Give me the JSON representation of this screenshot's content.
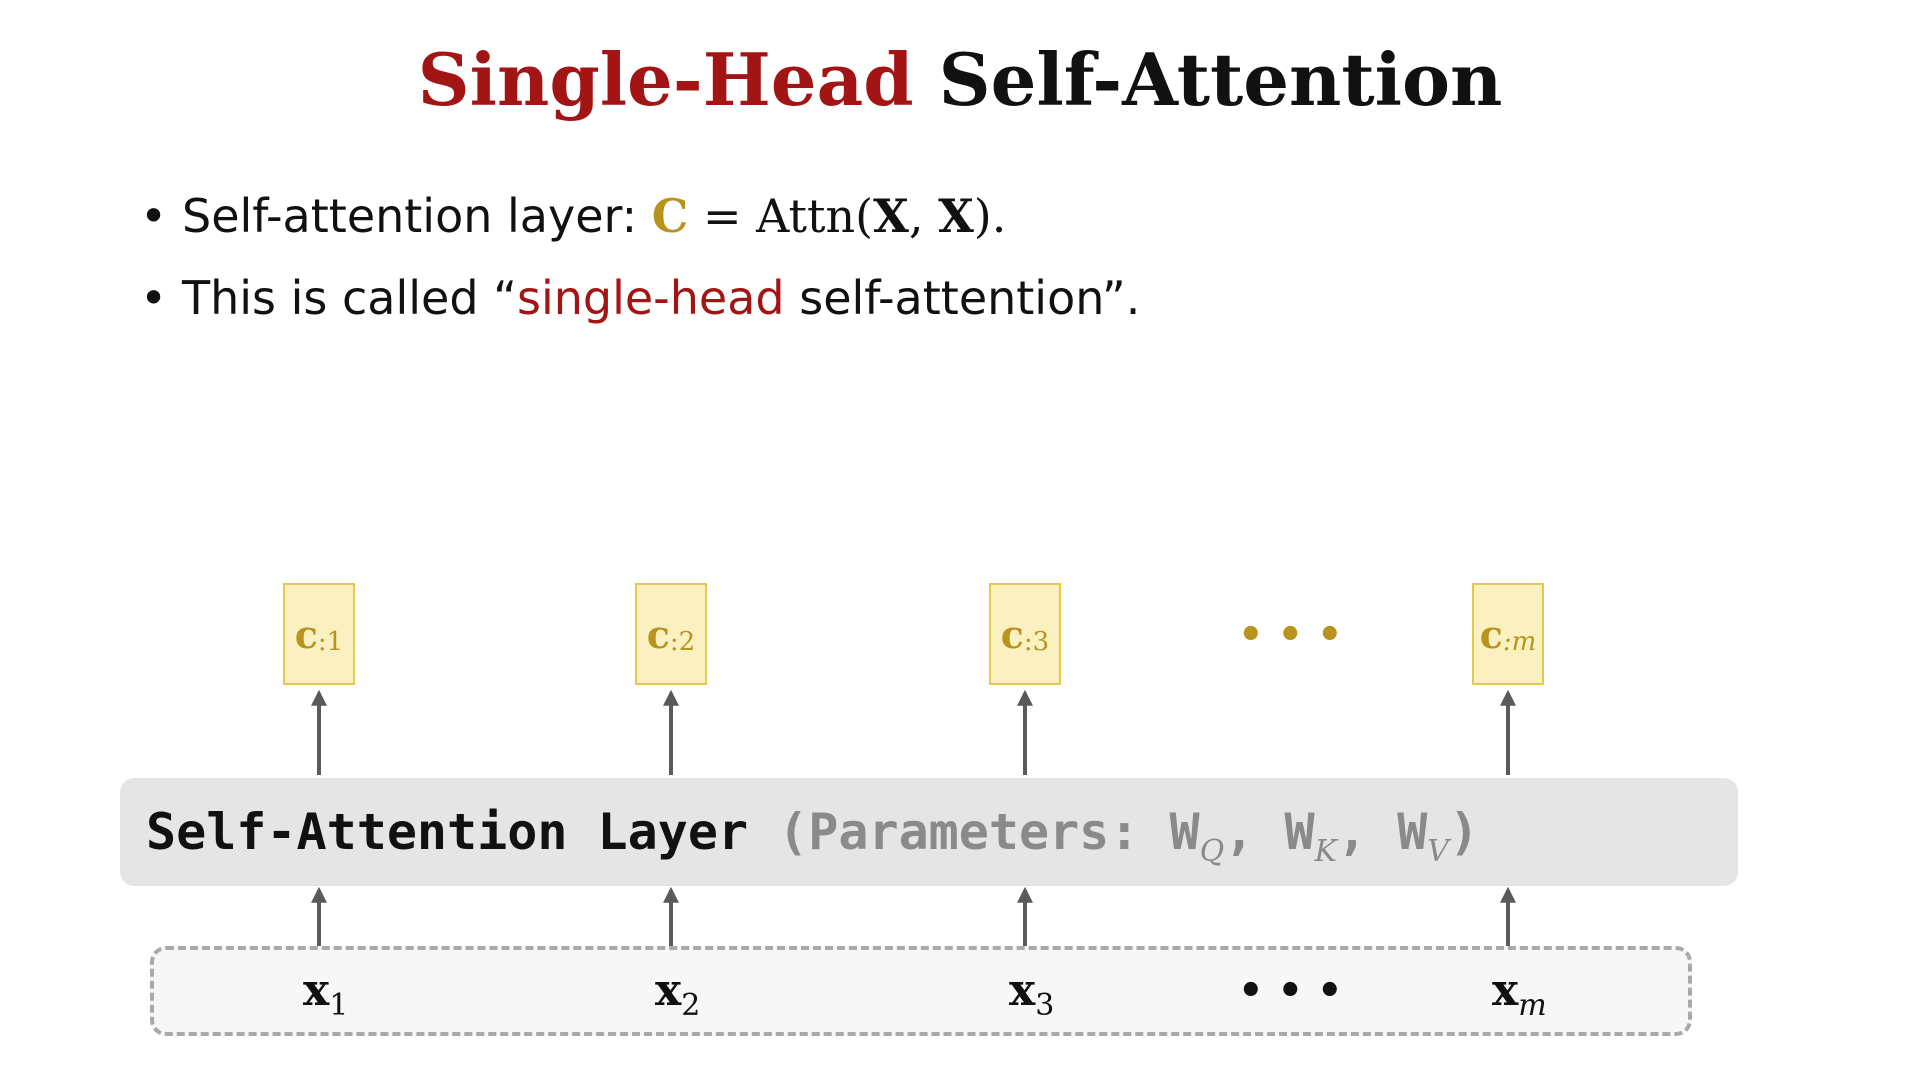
{
  "title": {
    "accent": "Single-Head",
    "rest": " Self-Attention"
  },
  "bullets": [
    {
      "marker": "•",
      "lead": "Self-attention layer:  ",
      "eq_c": "C",
      "eq_mid": " = Attn(",
      "eq_x1": "X",
      "eq_comma": ", ",
      "eq_x2": "X",
      "eq_end": ")."
    },
    {
      "marker": "•",
      "lead": "This is called “",
      "highlight": "single-head",
      "tail": " self-attention”."
    }
  ],
  "outputs": [
    {
      "base": "c",
      "sub": ":1"
    },
    {
      "base": "c",
      "sub": ":2"
    },
    {
      "base": "c",
      "sub": ":3"
    },
    {
      "base": "c",
      "sub": ":m"
    }
  ],
  "output_ellipsis": "• • •",
  "layer": {
    "name": "Self-Attention Layer ",
    "params_open": "(Parameters: ",
    "w": "W",
    "q_sub": "Q",
    "k_sub": "K",
    "v_sub": "V",
    "sep": ", ",
    "close": ")"
  },
  "inputs": [
    {
      "base": "x",
      "sub": "1"
    },
    {
      "base": "x",
      "sub": "2"
    },
    {
      "base": "x",
      "sub": "3"
    },
    {
      "base": "x",
      "sub": "m"
    }
  ],
  "input_ellipsis": "• • •",
  "colors": {
    "accent_red": "#a31515",
    "gold": "#b8941f",
    "box_fill": "#fbf0c0",
    "layer_fill": "#e6e5e6",
    "arrow": "#5a5a5a"
  }
}
